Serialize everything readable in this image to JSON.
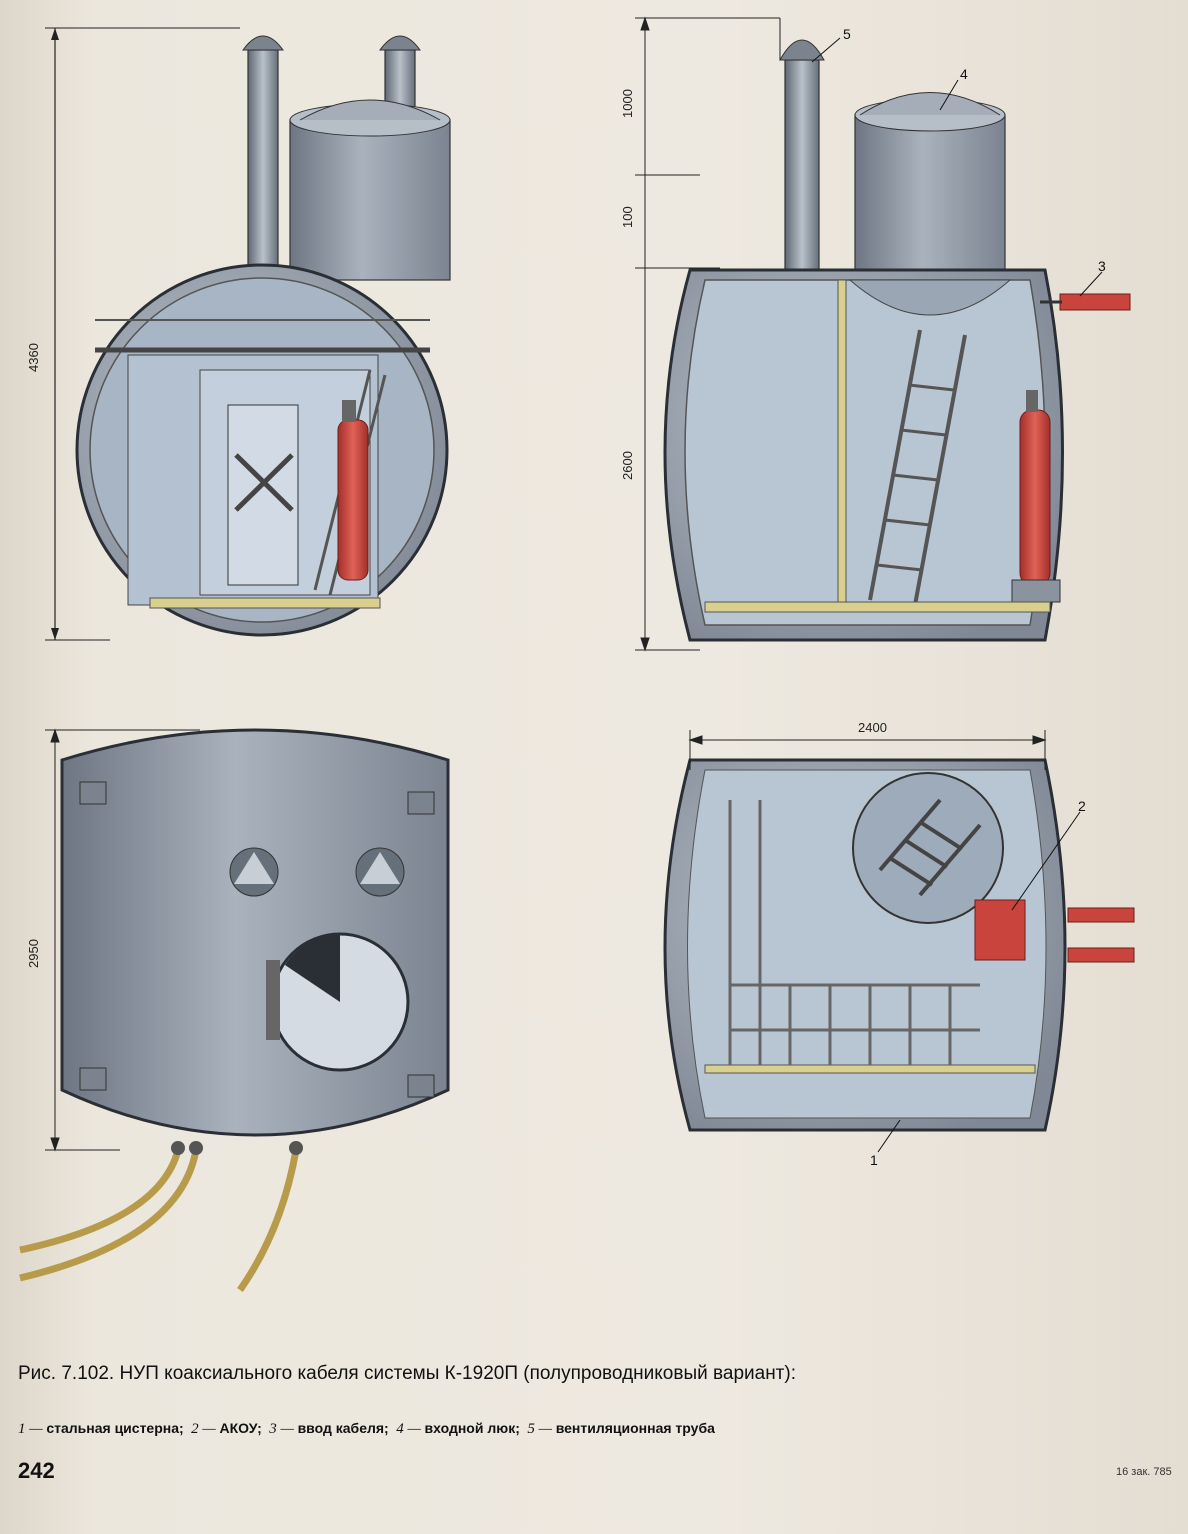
{
  "caption": {
    "title": "Рис. 7.102. НУП коаксиального кабеля системы К-1920П (полупроводниковый вариант):",
    "legend": [
      {
        "num": "1",
        "text": "стальная цистерна;"
      },
      {
        "num": "2",
        "text": "АКОУ;"
      },
      {
        "num": "3",
        "text": "ввод кабеля;"
      },
      {
        "num": "4",
        "text": "входной люк;"
      },
      {
        "num": "5",
        "text": "вентиляционная труба"
      }
    ]
  },
  "dimensions": {
    "d4360": "4360",
    "d1000": "1000",
    "d100": "100",
    "d2600": "2600",
    "d2400": "2400",
    "d2950": "2950"
  },
  "callouts": {
    "c1": "1",
    "c2": "2",
    "c3": "3",
    "c4": "4",
    "c5": "5"
  },
  "page_number": "242",
  "footer_code": "16 зак. 785",
  "colors": {
    "tank": "#8f98a4",
    "tank_dark": "#5c6470",
    "interior": "#a8b5c4",
    "extinguisher": "#c9443c",
    "floor": "#d9cf8f",
    "paper": "#ece7dd"
  }
}
